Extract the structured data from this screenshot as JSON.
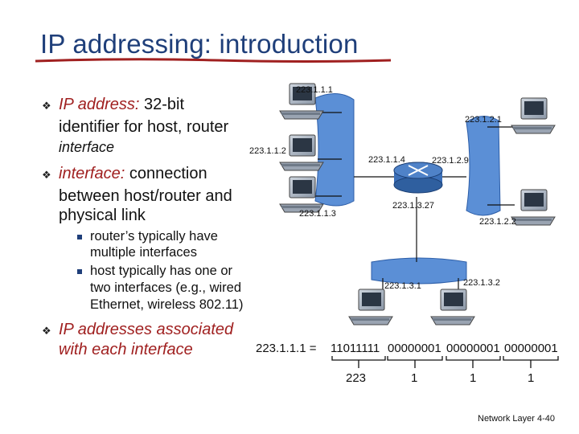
{
  "slide": {
    "title": "IP addressing: introduction",
    "bullet1_lead": "IP address:",
    "bullet1_rest": " 32-bit",
    "bullet1_line2": "identifier for host, router",
    "bullet1_line3": "interface",
    "bullet2_lead": "interface:",
    "bullet2_rest": " connection",
    "bullet2_line2": "between host/router and",
    "bullet2_line3": "physical link",
    "sub1_line1": "router’s typically have",
    "sub1_line2": "multiple interfaces",
    "sub2_line1": "host typically has one or",
    "sub2_line2": "two interfaces (e.g., wired",
    "sub2_line3": "Ethernet, wireless 802.11)",
    "bullet3_line1": "IP addresses associated",
    "bullet3_line2": "with each interface",
    "footer": "Network Layer 4-40"
  },
  "diagram": {
    "ips": {
      "a": "223.1.1.1",
      "b": "223.1.2.1",
      "c": "223.1.1.2",
      "d": "223.1.1.4",
      "e": "223.1.2.9",
      "f": "223.1.3.27",
      "g": "223.1.1.3",
      "h": "223.1.2.2",
      "i": "223.1.3.1",
      "j": "223.1.3.2"
    },
    "binary": {
      "lhs": "223.1.1.1 = ",
      "b1": "11011111",
      "b2": "00000001",
      "b3": "00000001",
      "b4": "00000001",
      "d1": "223",
      "d2": "1",
      "d3": "1",
      "d4": "1"
    },
    "colors": {
      "cloud": "#5b8fd6",
      "router": "#3b6fb8",
      "title": "#1f3f7a",
      "accent": "#a02020"
    }
  }
}
